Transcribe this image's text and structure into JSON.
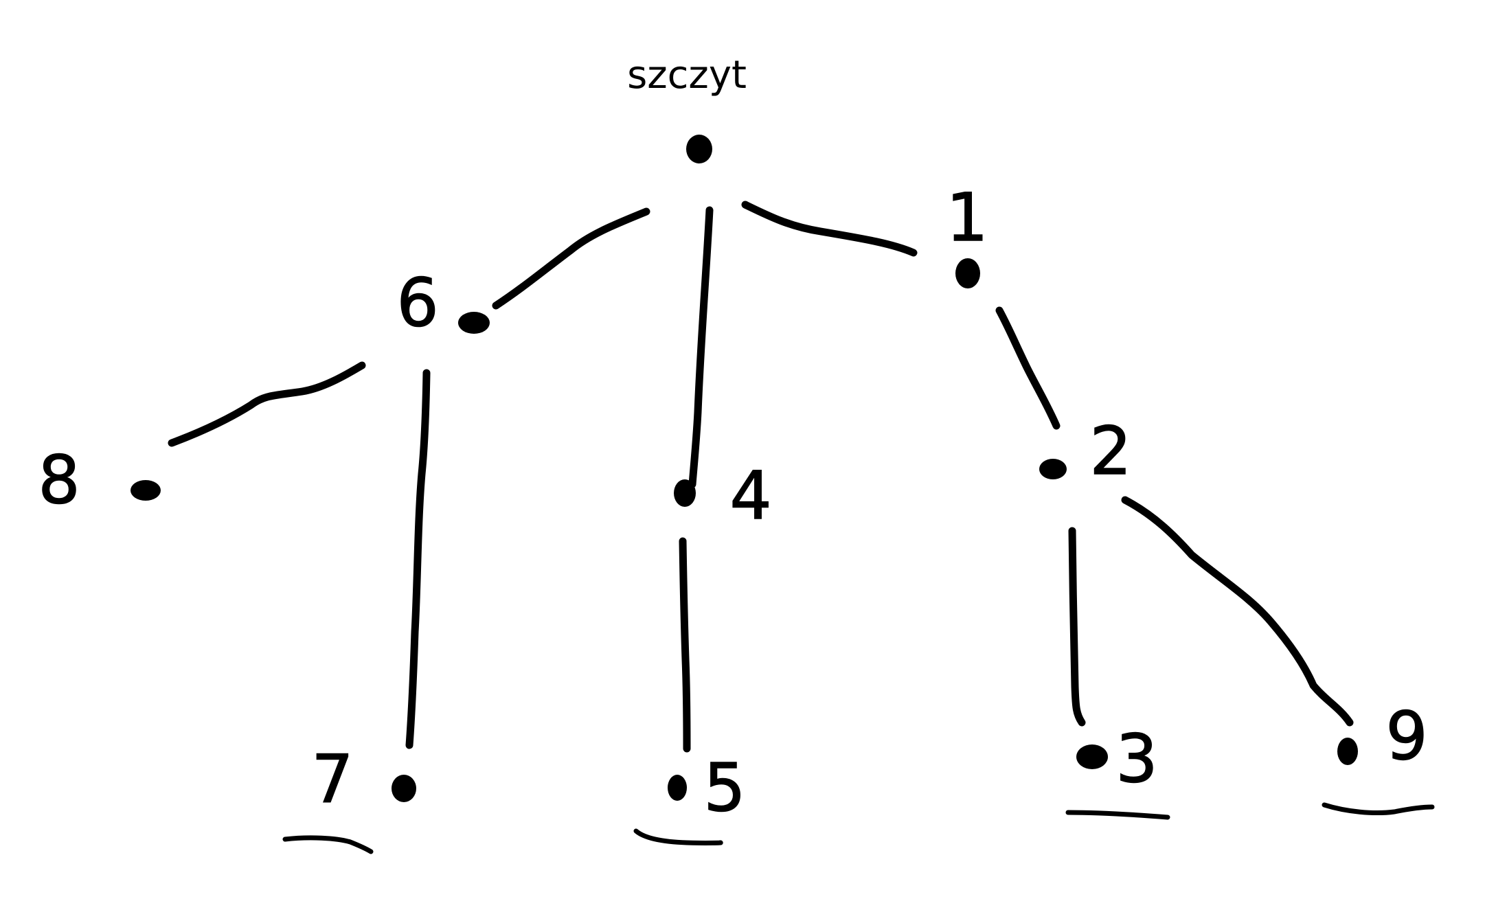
{
  "diagram": {
    "root_label": "szczyt",
    "ink_color": "#000000",
    "background_color": "#ffffff",
    "nodes": [
      {
        "id": "root",
        "label": ""
      },
      {
        "id": "n1",
        "label": "1"
      },
      {
        "id": "n2",
        "label": "2"
      },
      {
        "id": "n3",
        "label": "3",
        "underlined": true
      },
      {
        "id": "n4",
        "label": "4"
      },
      {
        "id": "n5",
        "label": "5",
        "underlined": true
      },
      {
        "id": "n6",
        "label": "6"
      },
      {
        "id": "n7",
        "label": "7",
        "underlined": true
      },
      {
        "id": "n8",
        "label": "8"
      },
      {
        "id": "n9",
        "label": "9",
        "underlined": true
      }
    ],
    "edges": [
      {
        "from": "root",
        "to": "n6"
      },
      {
        "from": "root",
        "to": "n4"
      },
      {
        "from": "root",
        "to": "n1"
      },
      {
        "from": "n6",
        "to": "n8"
      },
      {
        "from": "n6",
        "to": "n7"
      },
      {
        "from": "n4",
        "to": "n5"
      },
      {
        "from": "n1",
        "to": "n2"
      },
      {
        "from": "n2",
        "to": "n3"
      },
      {
        "from": "n2",
        "to": "n9"
      }
    ]
  }
}
